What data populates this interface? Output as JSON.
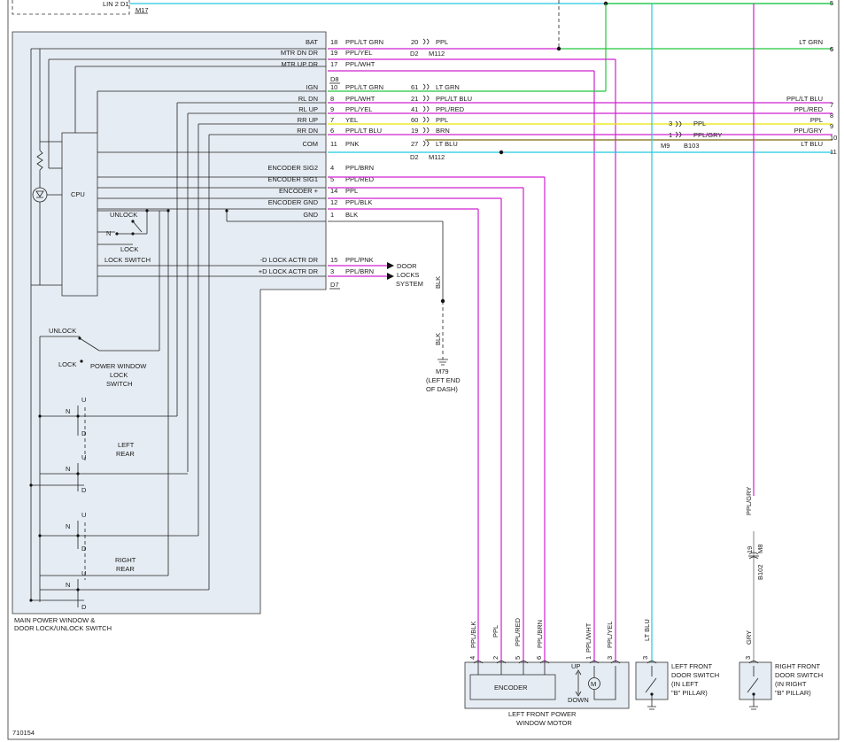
{
  "colors": {
    "magenta": "#d020d0",
    "green": "#22c83a",
    "cyan": "#22c8e0",
    "yellow": "#e8e800",
    "olive": "#7a6a10",
    "gray": "#999999",
    "black": "#222222"
  },
  "top_connector": {
    "label": "LIN 2 D1",
    "conn": "M17"
  },
  "top_right_numbers": [
    "5",
    "6"
  ],
  "main_module": {
    "label_line1": "MAIN POWER WINDOW &",
    "label_line2": "DOOR LOCK/UNLOCK SWITCH",
    "cpu_label": "CPU",
    "lock_switch": {
      "unlock": "UNLOCK",
      "n": "N",
      "lock": "LOCK",
      "label": "LOCK SWITCH"
    },
    "pw_lock_switch": {
      "unlock": "UNLOCK",
      "lock": "LOCK",
      "label1": "POWER WINDOW",
      "label2": "LOCK",
      "label3": "SWITCH"
    },
    "left_rear": {
      "label1": "LEFT",
      "label2": "REAR"
    },
    "right_rear": {
      "label1": "RIGHT",
      "label2": "REAR"
    },
    "switch_letters": {
      "u": "U",
      "n": "N",
      "d": "D"
    }
  },
  "pins": [
    {
      "name": "BAT",
      "pin": "18",
      "wire": "PPL/LT GRN"
    },
    {
      "name": "MTR DN DR",
      "pin": "19",
      "wire": "PPL/YEL"
    },
    {
      "name": "MTR UP DR",
      "pin": "17",
      "wire": "PPL/WHT"
    },
    {
      "name": "IGN",
      "pin": "10",
      "wire": "PPL/LT GRN"
    },
    {
      "name": "RL DN",
      "pin": "8",
      "wire": "PPL/WHT"
    },
    {
      "name": "RL UP",
      "pin": "9",
      "wire": "PPL/YEL"
    },
    {
      "name": "RR UP",
      "pin": "7",
      "wire": "YEL"
    },
    {
      "name": "RR DN",
      "pin": "6",
      "wire": "PPL/LT BLU"
    },
    {
      "name": "COM",
      "pin": "11",
      "wire": "PNK"
    },
    {
      "name": "ENCODER SIG2",
      "pin": "4",
      "wire": "PPL/BRN"
    },
    {
      "name": "ENCODER SIG1",
      "pin": "5",
      "wire": "PPL/RED"
    },
    {
      "name": "ENCODER +",
      "pin": "14",
      "wire": "PPL"
    },
    {
      "name": "ENCODER GND",
      "pin": "12",
      "wire": "PPL/BLK"
    },
    {
      "name": "GND",
      "pin": "1",
      "wire": "BLK"
    },
    {
      "name": "-D LOCK ACTR DR",
      "pin": "15",
      "wire": "PPL/PNK"
    },
    {
      "name": "+D LOCK ACTR DR",
      "pin": "3",
      "wire": "PPL/BRN"
    }
  ],
  "connector_labels": {
    "d8": "D8",
    "d7": "D7"
  },
  "mid_connectors": [
    {
      "pin": "20",
      "wire": "PPL"
    },
    {
      "pin": "61",
      "wire": "LT GRN"
    },
    {
      "pin": "21",
      "wire": "PPL/LT BLU"
    },
    {
      "pin": "41",
      "wire": "PPL/RED"
    },
    {
      "pin": "60",
      "wire": "PPL"
    },
    {
      "pin": "19",
      "wire": "BRN"
    },
    {
      "pin": "27",
      "wire": "LT BLU"
    }
  ],
  "mid_conn_labels": {
    "d2": "D2",
    "m112": "M112"
  },
  "b103": {
    "pin_a": "3",
    "wire_a": "PPL",
    "pin_b": "1",
    "wire_b": "PPL/GRY",
    "m9": "M9",
    "b103": "B103"
  },
  "right_edge": [
    {
      "wire": "LT GRN",
      "num": "6"
    },
    {
      "wire": "PPL/LT BLU",
      "num": "7"
    },
    {
      "wire": "PPL/RED",
      "num": "8"
    },
    {
      "wire": "PPL",
      "num": "9"
    },
    {
      "wire": "PPL/GRY",
      "num": "10"
    },
    {
      "wire": "LT BLU",
      "num": "11"
    }
  ],
  "door_locks": {
    "line1": "DOOR",
    "line2": "LOCKS",
    "line3": "SYSTEM"
  },
  "ground": {
    "wire": "BLK",
    "id": "M79",
    "line1": "(LEFT END",
    "line2": "OF DASH)"
  },
  "vertical_wires": [
    "PPL/BLK",
    "PPL",
    "PPL/RED",
    "PPL/BRN",
    "PPL/WHT",
    "PPL/YEL",
    "LT BLU",
    "GRY",
    "PPL/GRY"
  ],
  "motor": {
    "pins": [
      "4",
      "2",
      "5",
      "6",
      "1",
      "3"
    ],
    "encoder": "ENCODER",
    "motor_symbol": "M",
    "up": "UP",
    "down": "DOWN",
    "label1": "LEFT FRONT POWER",
    "label2": "WINDOW MOTOR"
  },
  "left_door_switch": {
    "pin": "3",
    "line1": "LEFT FRONT",
    "line2": "DOOR SWITCH",
    "line3": "(IN LEFT",
    "line4": "\"B\" PILLAR)"
  },
  "right_door_switch": {
    "pin": "3",
    "line1": "RIGHT FRONT",
    "line2": "DOOR SWITCH",
    "line3": "(IN RIGHT",
    "line4": "\"B\" PILLAR)"
  },
  "b102": {
    "pin": "19",
    "m8": "M8",
    "b102": "B102"
  },
  "figure_id": "710154"
}
